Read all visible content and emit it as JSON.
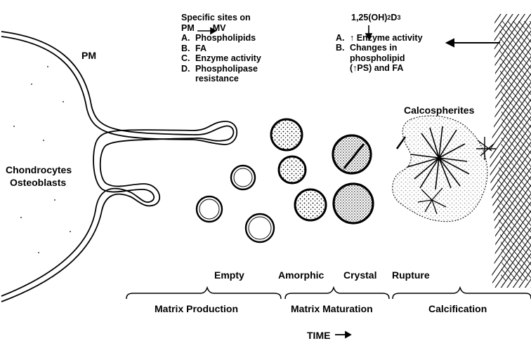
{
  "labels": {
    "pm": "PM",
    "cells_line1": "Chondrocytes",
    "cells_line2": "Osteoblasts",
    "calcospherites": "Calcospherites"
  },
  "sites": {
    "heading1": "Specific sites on",
    "heading2": "PM",
    "heading2_target": "MV",
    "items": [
      {
        "key": "A.",
        "text": "Phospholipids"
      },
      {
        "key": "B.",
        "text": "FA"
      },
      {
        "key": "C.",
        "text": "Enzyme activity"
      },
      {
        "key": "D.",
        "text": "Phospholipase"
      }
    ],
    "item_d_cont": "resistance"
  },
  "vitamin_d": {
    "formula": "1,25(OH)2D3",
    "formula_main": "1,25(OH)",
    "formula_sub1": "2",
    "formula_mid": "D",
    "formula_sub2": "3",
    "item_a_key": "A.",
    "item_a_text": "↑ Enzyme activity",
    "item_b_key": "B.",
    "item_b_line1": "Changes in",
    "item_b_line2": "phospholipid",
    "item_b_line3": "(↑PS) and FA"
  },
  "stages": {
    "empty": "Empty",
    "amorphic": "Amorphic",
    "crystal": "Crystal",
    "rupture": "Rupture"
  },
  "phases": {
    "production": "Matrix Production",
    "maturation": "Matrix Maturation",
    "calcification": "Calcification"
  },
  "time_label": "TIME"
}
